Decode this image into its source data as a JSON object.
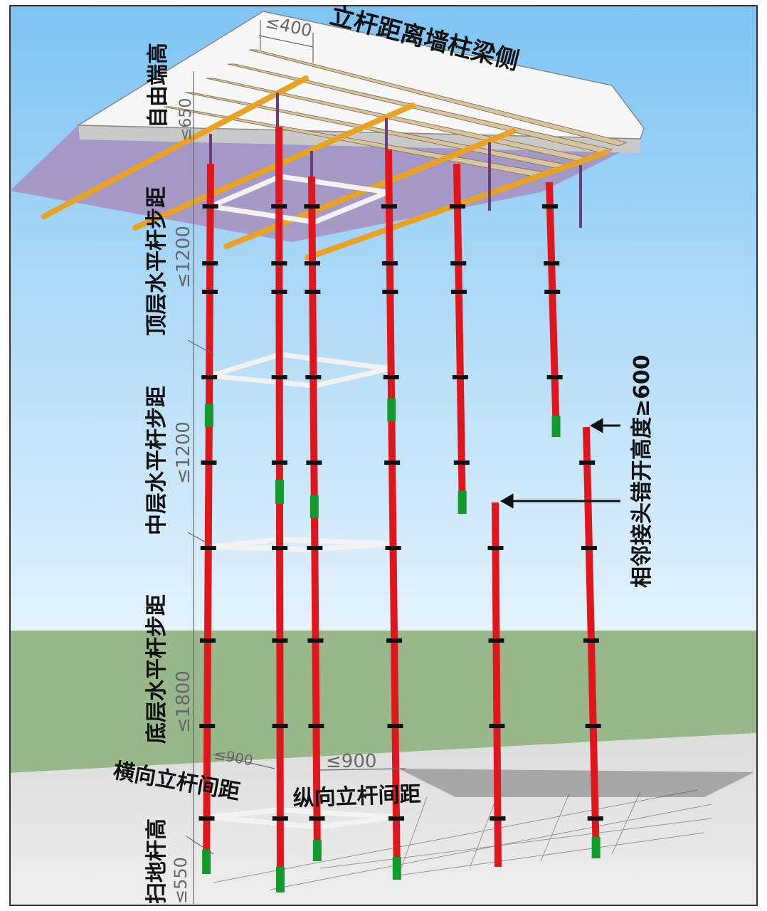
{
  "labels": {
    "wall_distance_title": "立杆距离墙柱梁侧",
    "wall_distance_value": "≤400",
    "free_end_height": "自由端高",
    "free_end_value": "≤650",
    "top_step_title": "顶层水平杆步距",
    "top_step_value": "≤1200",
    "mid_step_title": "中层水平杆步距",
    "mid_step_value": "≤1200",
    "bottom_step_title": "底层水平杆步距",
    "bottom_step_value": "≤1800",
    "transverse_spacing_title": "横向立杆间距",
    "transverse_spacing_value": "≤900",
    "longitudinal_spacing_title": "纵向立杆间距",
    "longitudinal_spacing_value": "≤900",
    "sweep_rod_title": "扫地杆高",
    "sweep_rod_value": "≤550",
    "joint_offset_title": "相邻接头错开高度≥600"
  },
  "colors": {
    "sky_top": "#7ec4f3",
    "sky_bottom": "#e6f3fb",
    "grass": "#98b88c",
    "ground": "#e2e2e2",
    "pole": "#e0161c",
    "pole_sleeve": "#139a2c",
    "ledger": "#f0f0f0",
    "beam": "#e8a325",
    "formwork": "#a886b6",
    "slab": "#f7f7f7",
    "joist": "#d8c5a0"
  }
}
